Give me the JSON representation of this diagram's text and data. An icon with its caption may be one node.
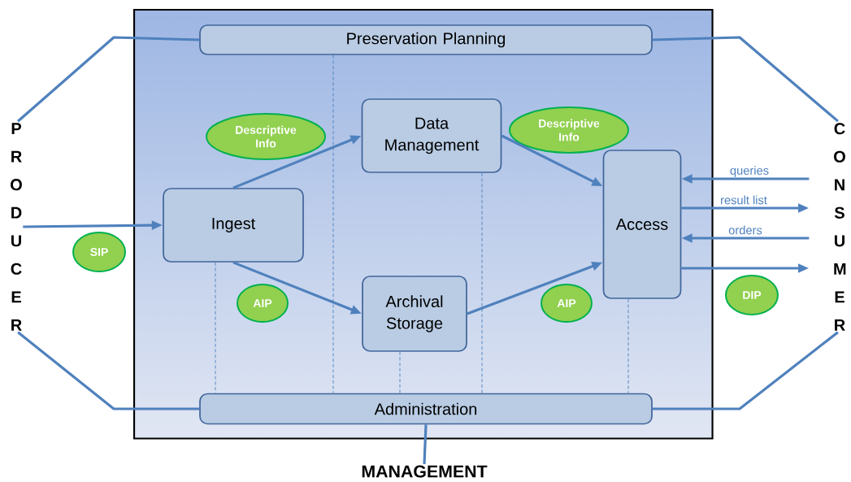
{
  "diagram": {
    "nodes": [
      {
        "text": [],
        "shape": "box"
      },
      {
        "text": [
          "Preservation Planning"
        ],
        "in": 0
      },
      {
        "text": [
          "Descriptive Info"
        ],
        "in": 0
      },
      {
        "text": [
          "Data Management"
        ],
        "in": 0
      },
      {
        "text": [
          "Descriptive Info"
        ],
        "in": 0
      },
      {
        "text": [
          "Ingest"
        ],
        "in": 0
      },
      {
        "text": [
          "Access"
        ],
        "in": 0
      },
      {
        "text": [
          "AIP"
        ],
        "in": 0
      },
      {
        "text": [
          "Archival Storage"
        ],
        "in": 0
      },
      {
        "text": [
          "AIP"
        ],
        "in": 0
      },
      {
        "text": [
          "Administration"
        ],
        "in": 0
      },
      {
        "text": [
          "P R O D U C E R"
        ]
      },
      {
        "text": [
          "SIP"
        ]
      },
      {
        "text": [
          "C O N S U M E R"
        ]
      },
      {
        "text": [
          "DIP"
        ]
      },
      {
        "text": [
          "MANAGEMENT"
        ]
      }
    ],
    "edges": [
      {
        "from": 11,
        "to": 5,
        "arrow": "to"
      },
      {
        "from": 5,
        "to": 3,
        "arrow": "to"
      },
      {
        "from": 5,
        "to": 8,
        "arrow": "to"
      },
      {
        "from": 3,
        "to": 6,
        "arrow": "to"
      },
      {
        "from": 8,
        "to": 6,
        "arrow": "to"
      },
      {
        "from": 13,
        "to": 6,
        "arrow": "to",
        "label": "queries"
      },
      {
        "from": 6,
        "to": 13,
        "arrow": "to",
        "label": "result list"
      },
      {
        "from": 13,
        "to": 6,
        "arrow": "to",
        "label": "orders"
      },
      {
        "from": 6,
        "to": 13,
        "arrow": "to"
      },
      {
        "from": 11,
        "to": 1,
        "arrow": "none"
      },
      {
        "from": 11,
        "to": 10,
        "arrow": "none"
      },
      {
        "from": 13,
        "to": 1,
        "arrow": "none"
      },
      {
        "from": 13,
        "to": 10,
        "arrow": "none"
      },
      {
        "from": 15,
        "to": 10,
        "arrow": "none"
      },
      {
        "from": 1,
        "to": 10,
        "arrow": "none",
        "style": "dashed"
      },
      {
        "from": 5,
        "to": 10,
        "arrow": "none",
        "style": "dashed"
      },
      {
        "from": 3,
        "to": 10,
        "arrow": "none",
        "style": "dashed"
      },
      {
        "from": 8,
        "to": 10,
        "arrow": "none",
        "style": "dashed"
      },
      {
        "from": 6,
        "to": 10,
        "arrow": "none",
        "style": "dashed"
      }
    ]
  }
}
